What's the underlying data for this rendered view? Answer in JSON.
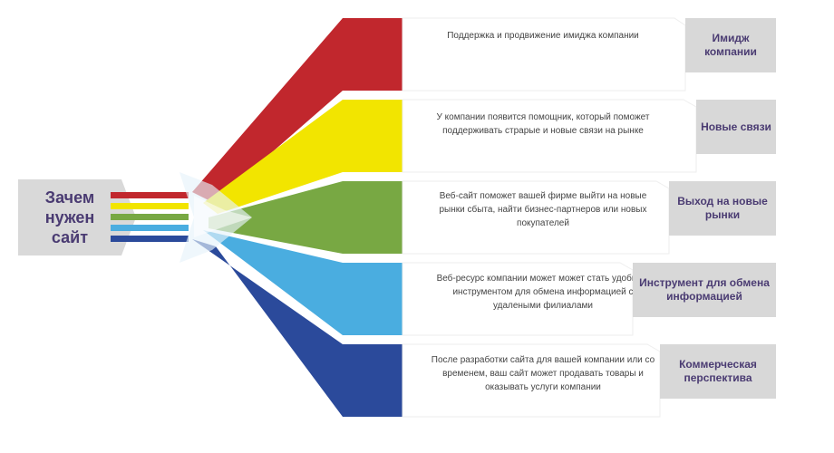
{
  "center": {
    "label": "Зачем\nнужен\nсайт"
  },
  "branches": [
    {
      "color": "#c1272d",
      "description": "Поддержка и продвижение имиджа компании",
      "tag": "Имидж компании"
    },
    {
      "color": "#f2e500",
      "description": "У компании появится помощник, который поможет поддерживать страрые и новые связи на рынке",
      "tag": "Новые связи"
    },
    {
      "color": "#78a843",
      "description": "Веб-сайт поможет вашей фирме выйти на новые рынки сбыта, найти бизнес-партнеров или новых покупателей",
      "tag": "Выход на новые рынки"
    },
    {
      "color": "#4aade0",
      "description": "Веб-ресурс компании может может стать удобным инструментом для обмена информацией с удалеными филиалами",
      "tag": "Инструмент для обмена информацией"
    },
    {
      "color": "#2b4a9b",
      "description": "После разработки сайта для вашей компании или со временем, ваш сайт может продавать товары и оказывать услуги компании",
      "tag": "Коммерческая перспектива"
    }
  ]
}
